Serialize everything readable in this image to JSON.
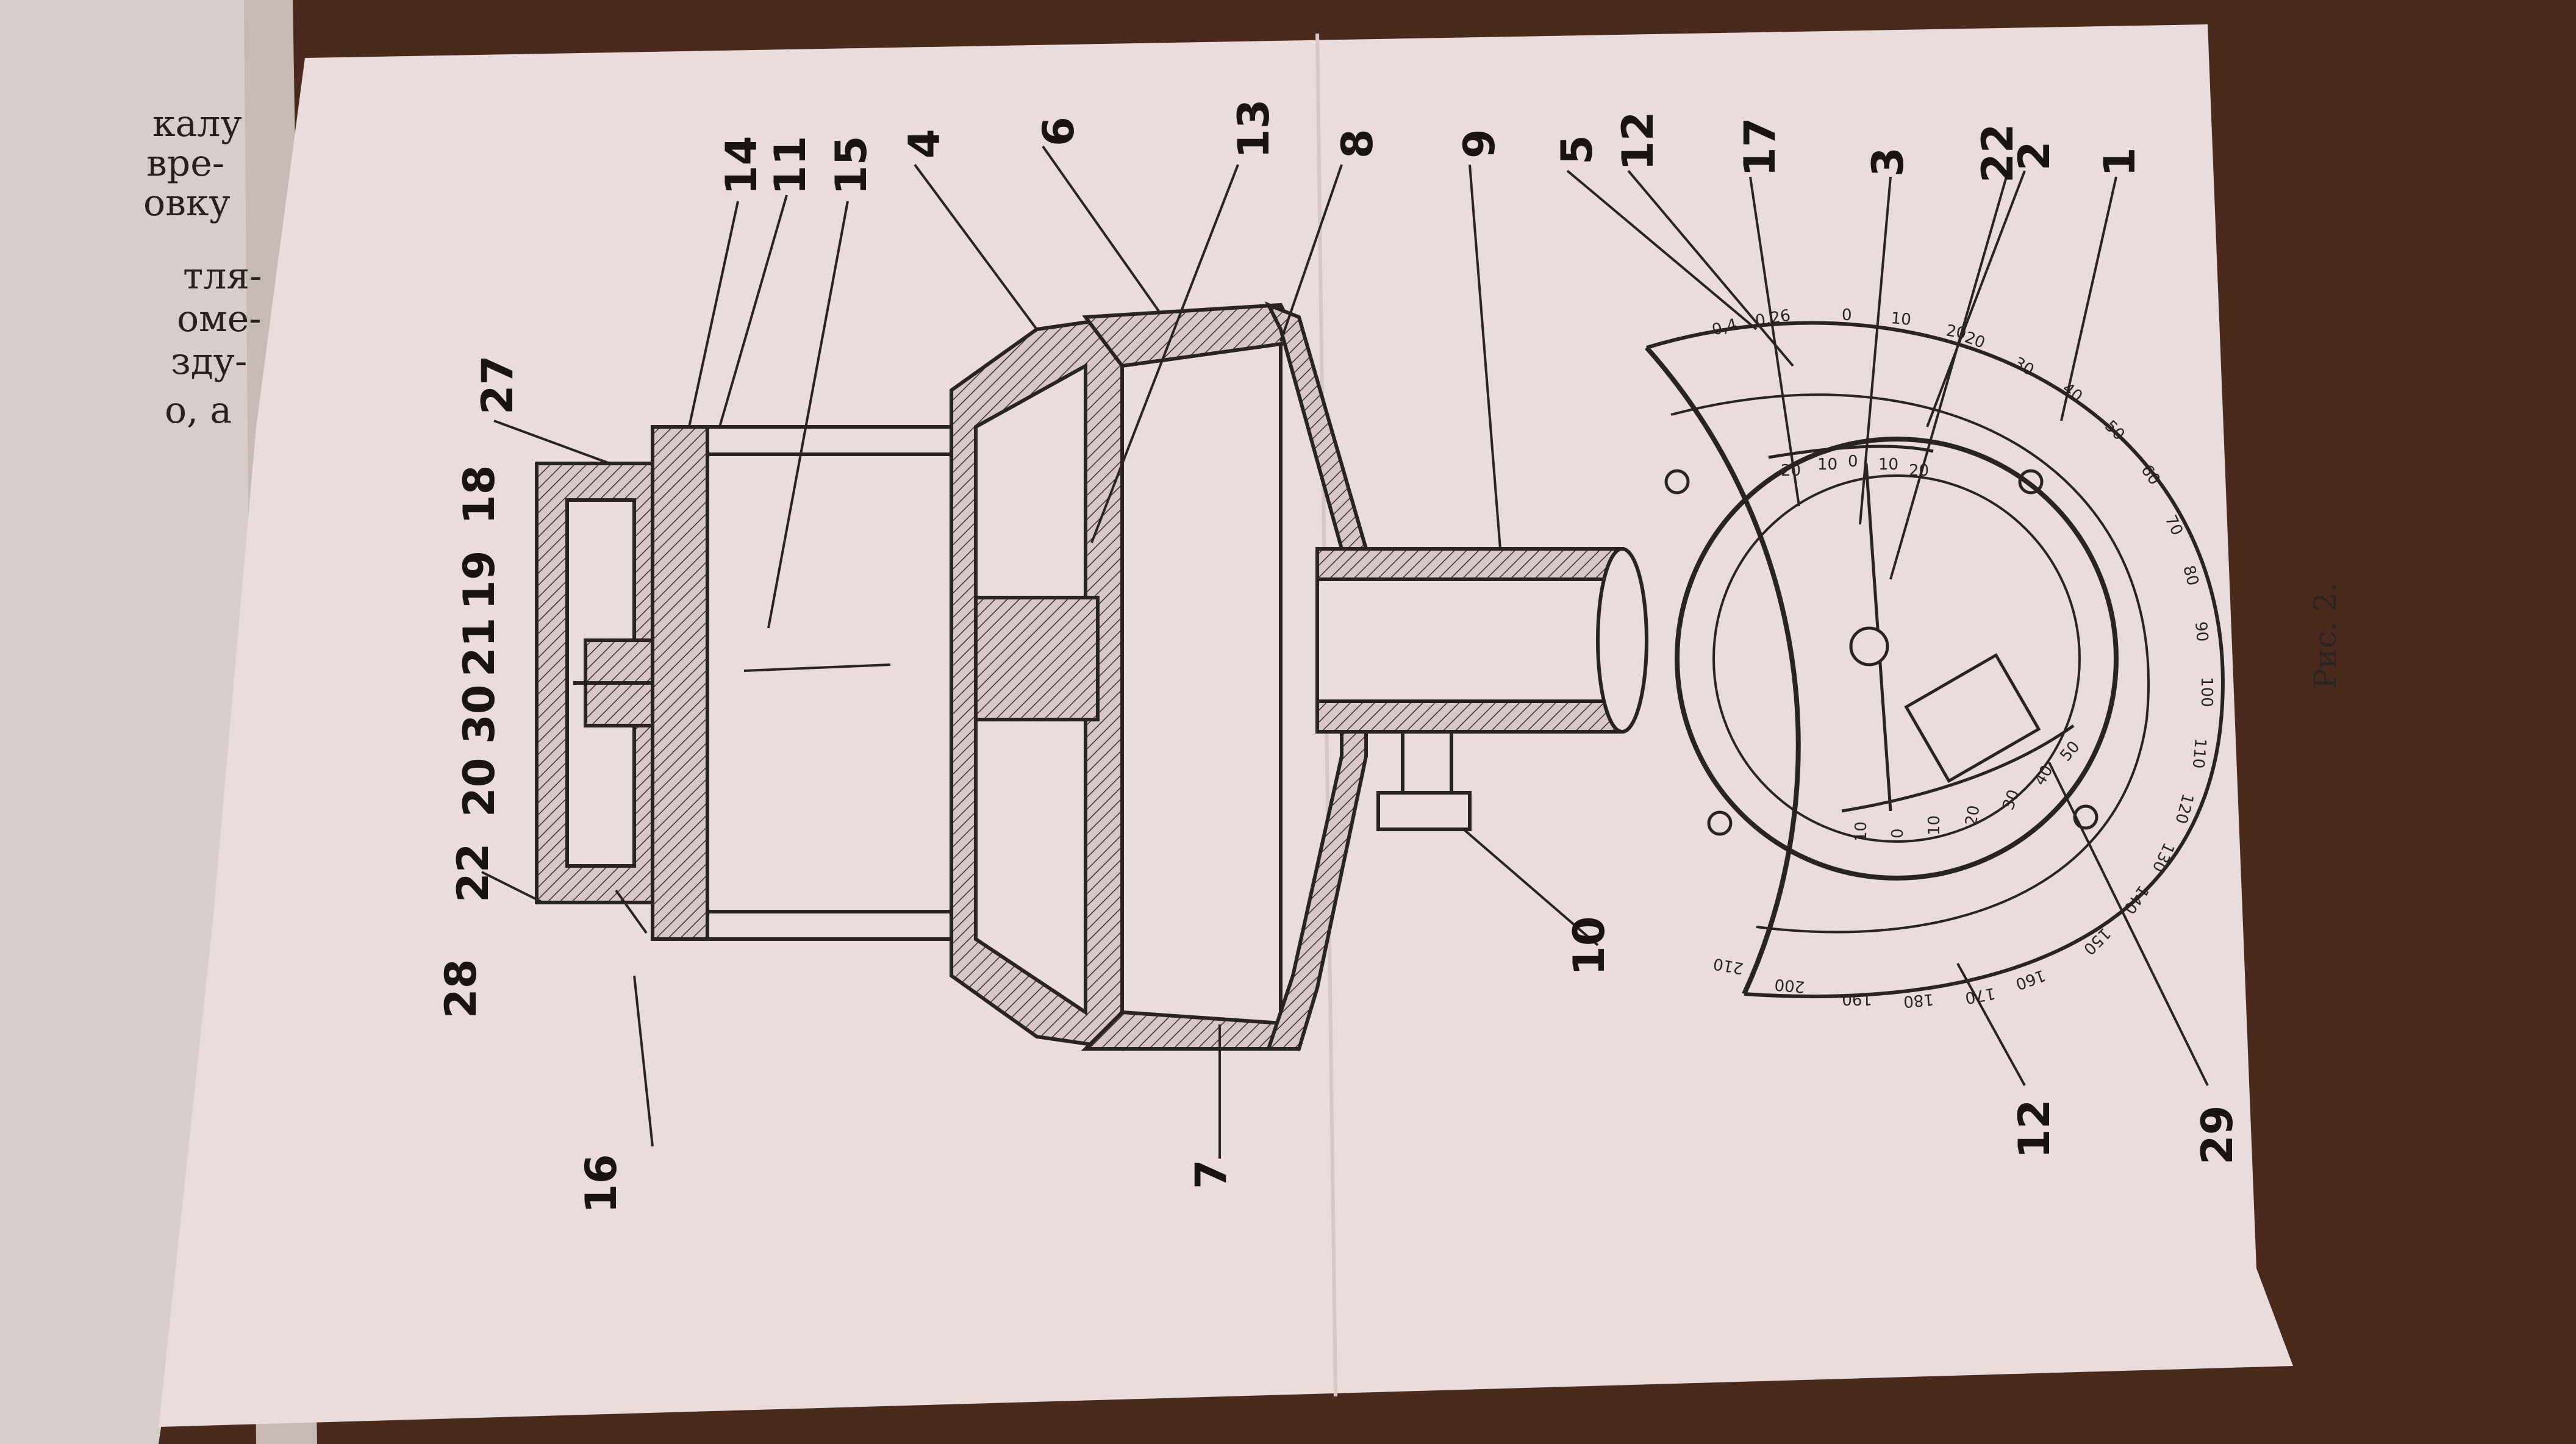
{
  "left_page_fragments": [
    "калу",
    "вре-",
    "овку",
    "тля-",
    "оме-",
    "зду-",
    "о, а"
  ],
  "figure_caption": "Рис. 2.",
  "callouts": [
    "14",
    "11",
    "15",
    "4",
    "6",
    "13",
    "8",
    "9",
    "5",
    "12",
    "17",
    "3",
    "22",
    "2",
    "1",
    "27",
    "18",
    "19",
    "21",
    "30",
    "20",
    "22",
    "28",
    "16",
    "7",
    "10",
    "12",
    "29"
  ],
  "outer_scale_labels": [
    "20",
    "30",
    "40",
    "50",
    "60",
    "70",
    "80",
    "90",
    "100",
    "110",
    "120",
    "130",
    "140",
    "150",
    "160",
    "170",
    "180",
    "190",
    "200",
    "210"
  ],
  "upper_scale_labels": [
    "0,4",
    "0,26",
    "0",
    "10",
    "20"
  ],
  "inner_top_scale_labels": [
    "20",
    "10",
    "0",
    "10",
    "20"
  ],
  "inner_bottom_scale_labels": [
    "10",
    "0",
    "10",
    "20",
    "30",
    "40",
    "50"
  ],
  "colors": {
    "paper": "#eadcdc",
    "ink": "#2a2420",
    "table": "#4a2a1c"
  }
}
